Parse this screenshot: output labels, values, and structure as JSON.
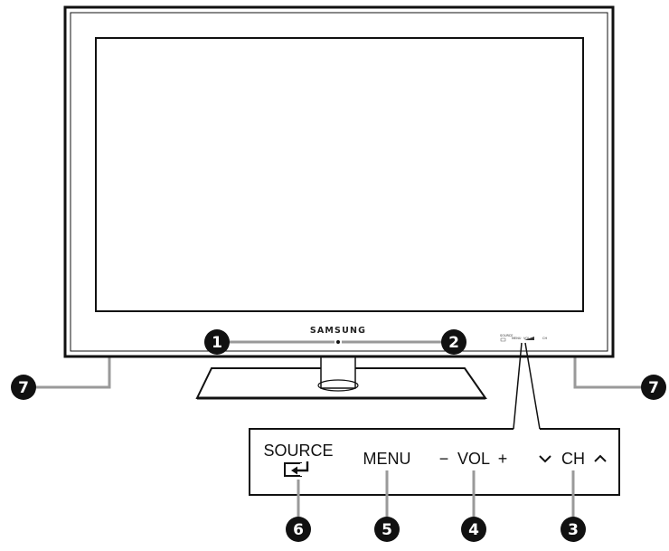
{
  "tv": {
    "brand": "SAMSUNG",
    "mini_labels": {
      "source": "SOURCE",
      "menu": "MENU",
      "vol": "VOL",
      "ch": "CH"
    }
  },
  "callouts": [
    "1",
    "2",
    "3",
    "4",
    "5",
    "6",
    "7"
  ],
  "panel": {
    "source": "SOURCE",
    "menu": "MENU",
    "vol_minus": "−",
    "vol": "VOL",
    "vol_plus": "+",
    "ch_down": "⌄",
    "ch": "CH",
    "ch_up": "⌃"
  },
  "colors": {
    "line": "#111111",
    "callout_line": "#999999",
    "badge": "#111111"
  }
}
